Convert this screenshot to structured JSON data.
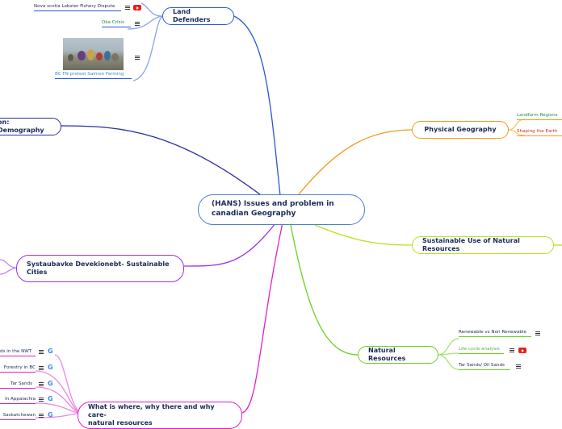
{
  "central": {
    "line1": "(HANS) Issues and problem in",
    "line2": "canadian Geography"
  },
  "branches": {
    "land_defenders": "Land Defenders",
    "demography": "on: Demography",
    "sustainable_cities_1": "Systaubavke Devekionebt- Sustainable",
    "sustainable_cities_2": "Cities",
    "what_where_1": "What is where, why there and why care-",
    "what_where_2": "natural resources",
    "physical_geography": "Physical Geography",
    "sustainable_use": "Sustainable Use of Natural Resources",
    "natural_resources": "Natural Resources"
  },
  "leaves": {
    "nova_scotia": "Nova scotia Lobster Fishery Dispute",
    "oka": "Oka Crisis",
    "bc_fn": "BC FN protest Salmon Farming",
    "landform": "Landform Regions",
    "shaping": "Shaping the Earth",
    "renewable": "Renewable vs Non Renewable",
    "lifecycle": "Life cycle analysis",
    "tar_oil": "Tar Sands/ Oil Sands",
    "nwt": "ds in the NWT",
    "forestry": "Forestry in BC",
    "tar": "Tar Sands",
    "appalachia": "In Appalachia",
    "saskatchewan": "Saskatchewan"
  },
  "icons": {
    "menu": "menu-icon",
    "youtube": "youtube-icon",
    "google": "google-icon",
    "photo": "image-thumbnail"
  },
  "colors": {
    "land_defenders": "#2a57d6",
    "demography": "#2c2ca8",
    "sustainable_cities": "#9b30e8",
    "what_where": "#e020c8",
    "physical_geography": "#f29b1b",
    "sustainable_use": "#b6e21a",
    "natural_resources": "#6ad11d",
    "central": "#4a7fc8"
  }
}
